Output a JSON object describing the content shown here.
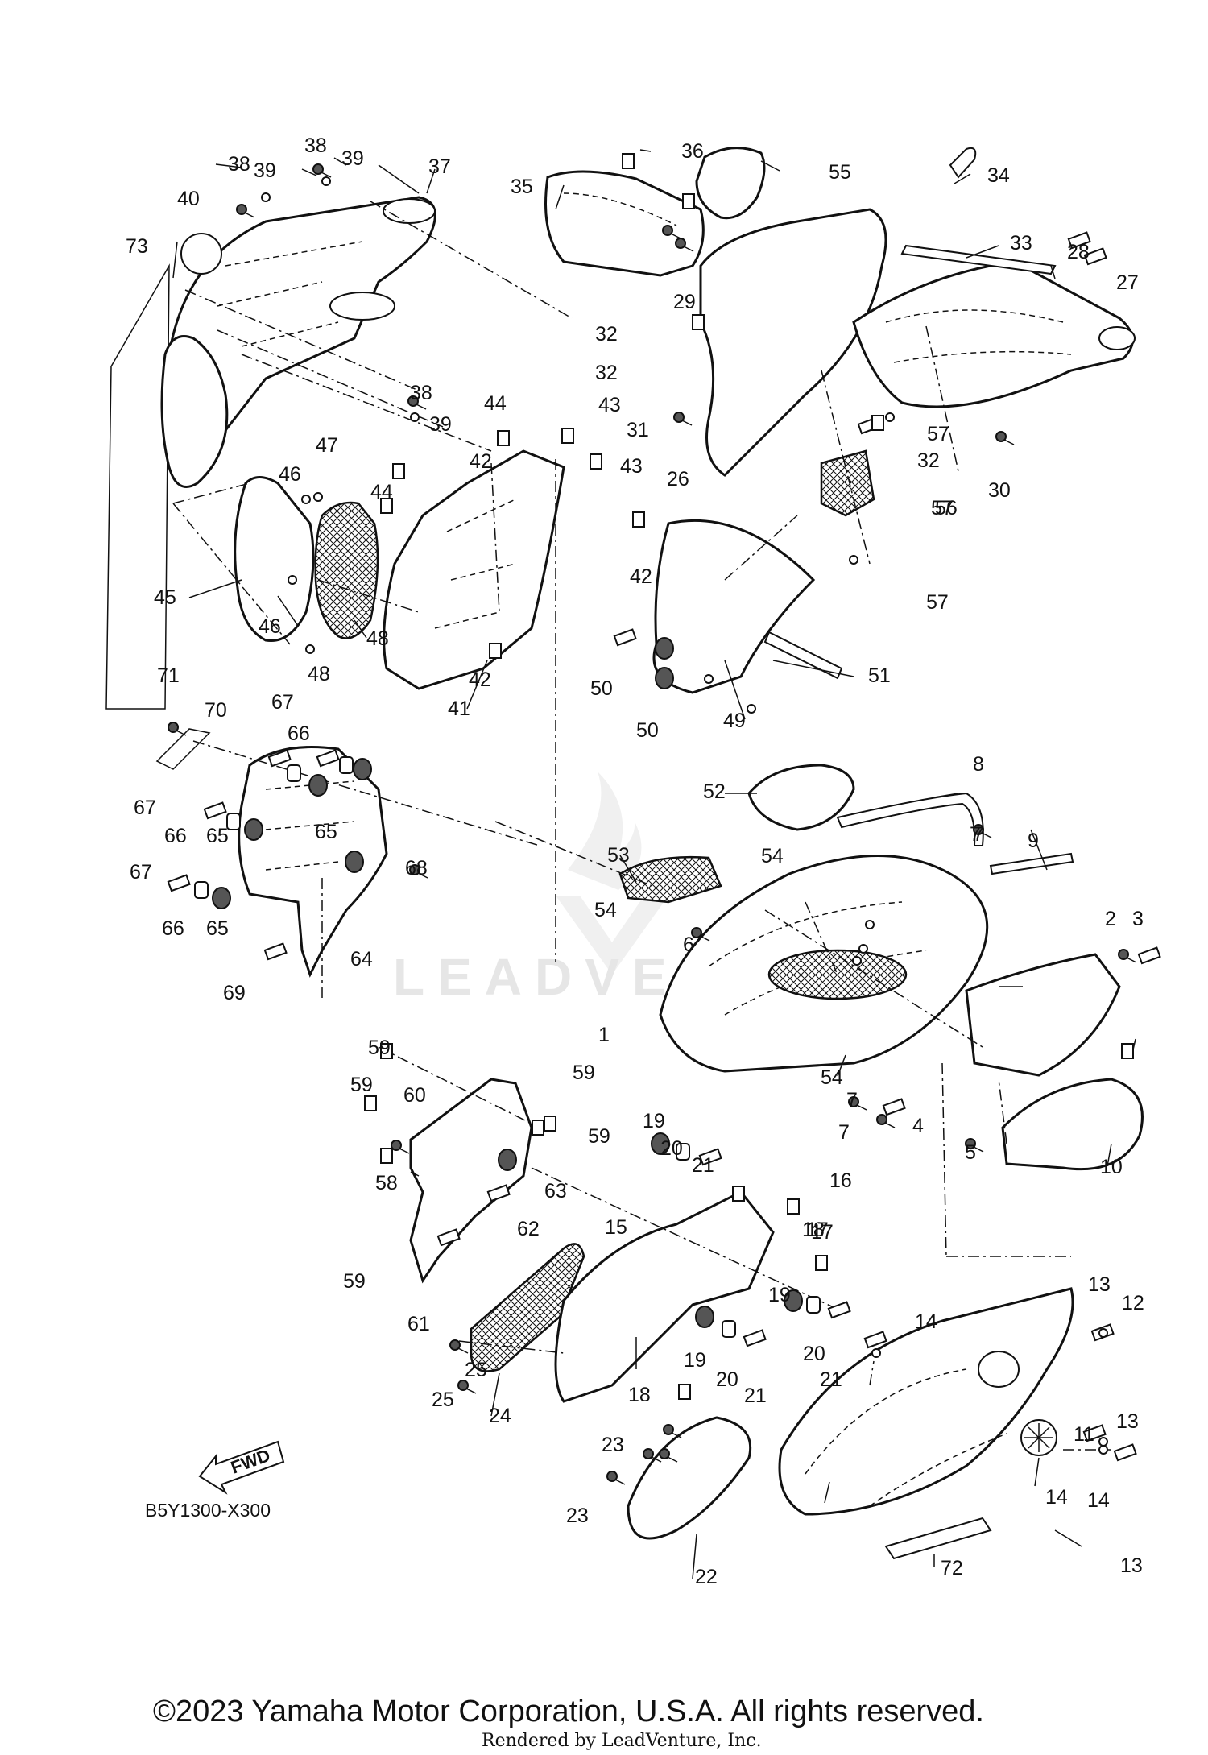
{
  "diagram": {
    "code": "B5Y1300-X300",
    "fwd_label": "FWD",
    "watermark": "LEADVENTURE",
    "copyright": "©2023 Yamaha Motor Corporation, U.S.A. All rights reserved.",
    "rendered_by": "Rendered by LeadVenture, Inc.",
    "labels": [
      "1",
      "2",
      "3",
      "4",
      "5",
      "6",
      "7",
      "7",
      "7",
      "7",
      "8",
      "9",
      "10",
      "11",
      "12",
      "13",
      "13",
      "13",
      "14",
      "14",
      "14",
      "15",
      "16",
      "17",
      "17",
      "18",
      "18",
      "19",
      "19",
      "19",
      "20",
      "20",
      "20",
      "21",
      "21",
      "21",
      "22",
      "23",
      "23",
      "24",
      "25",
      "25",
      "26",
      "27",
      "28",
      "29",
      "30",
      "31",
      "32",
      "32",
      "32",
      "33",
      "34",
      "35",
      "36",
      "37",
      "38",
      "38",
      "38",
      "39",
      "39",
      "39",
      "40",
      "41",
      "42",
      "42",
      "42",
      "43",
      "43",
      "44",
      "44",
      "45",
      "46",
      "46",
      "47",
      "48",
      "48",
      "49",
      "50",
      "50",
      "51",
      "52",
      "53",
      "54",
      "54",
      "54",
      "55",
      "56",
      "57",
      "57",
      "57",
      "58",
      "59",
      "59",
      "59",
      "59",
      "59",
      "60",
      "61",
      "62",
      "63",
      "64",
      "65",
      "65",
      "65",
      "66",
      "66",
      "66",
      "67",
      "67",
      "67",
      "68",
      "69",
      "70",
      "71",
      "72",
      "73"
    ]
  }
}
